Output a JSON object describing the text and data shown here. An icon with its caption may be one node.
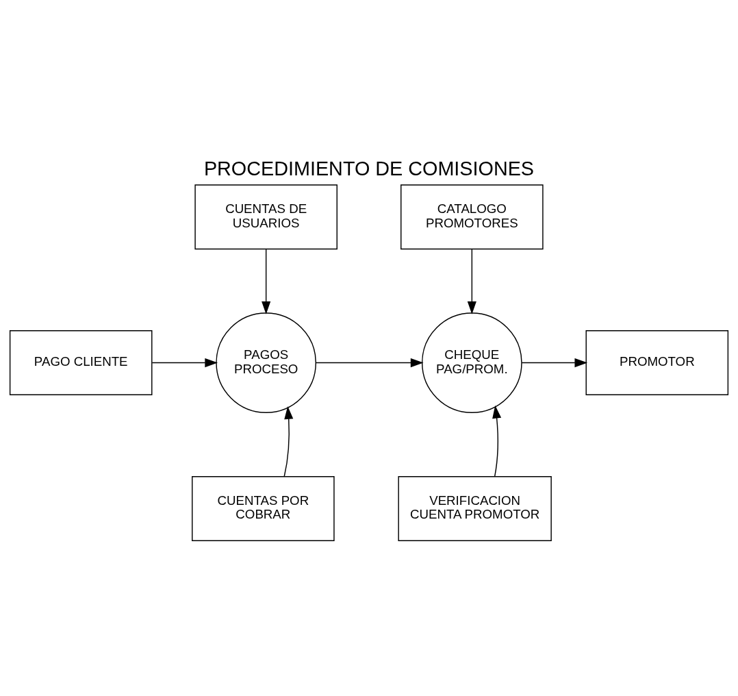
{
  "diagram": {
    "title": "PROCEDIMIENTO DE COMISIONES",
    "nodes": [
      {
        "text": [
          "CUENTAS DE USUARIOS"
        ]
      },
      {
        "text": [
          "CATALOGO PROMOTORES"
        ]
      },
      {
        "text": [
          "PAGO CLIENTE"
        ]
      },
      {
        "text": [
          "PAGOS PROCESO"
        ]
      },
      {
        "text": [
          "CHEQUE PAG/PROM."
        ]
      },
      {
        "text": [
          "PROMOTOR"
        ]
      },
      {
        "text": [
          "CUENTAS POR COBRAR"
        ]
      },
      {
        "text": [
          "VERIFICACION CUENTA PROMOTOR"
        ]
      }
    ],
    "edges": [
      {
        "from": 0,
        "to": 3,
        "arrow": "to"
      },
      {
        "from": 1,
        "to": 4,
        "arrow": "to"
      },
      {
        "from": 2,
        "to": 3,
        "arrow": "to"
      },
      {
        "from": 3,
        "to": 4,
        "arrow": "to"
      },
      {
        "from": 4,
        "to": 5,
        "arrow": "to"
      },
      {
        "from": 6,
        "to": 3,
        "arrow": "to"
      },
      {
        "from": 7,
        "to": 4,
        "arrow": "to"
      }
    ]
  }
}
